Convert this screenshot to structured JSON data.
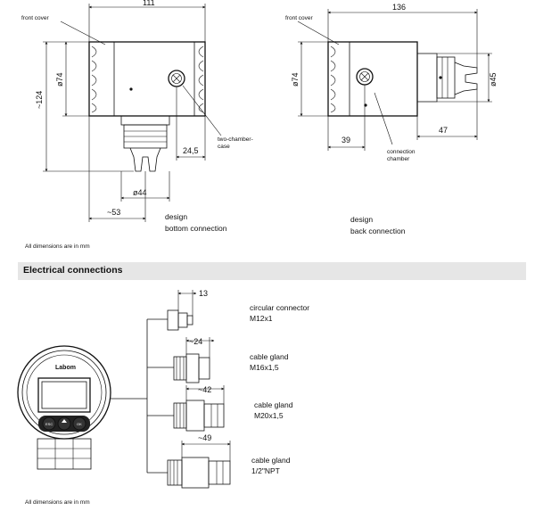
{
  "top_left": {
    "dim_width": "111",
    "dim_height": "~124",
    "dim_diameter": "ø74",
    "dim_offset": "24,5",
    "dim_bottom_diameter": "ø44",
    "dim_bottom_width": "~53",
    "label_front_cover": "front cover",
    "label_case_line1": "two-chamber-",
    "label_case_line2": "case",
    "caption_line1": "design",
    "caption_line2": "bottom connection"
  },
  "top_right": {
    "dim_width": "136",
    "dim_diameter": "ø74",
    "dim_right_diameter": "ø45",
    "dim_right_offset": "47",
    "dim_left_offset": "39",
    "label_front_cover": "front cover",
    "label_chamber_line1": "connection",
    "label_chamber_line2": "chamber",
    "caption_line1": "design",
    "caption_line2": "back connection"
  },
  "note_top": "All dimensions are in mm",
  "section_title": "Electrical connections",
  "device": {
    "brand": "Labom",
    "key_esc": "ESC",
    "key_ok": "OK"
  },
  "connectors": [
    {
      "dim": "13",
      "name_line1": "circular connector",
      "name_line2": "M12x1"
    },
    {
      "dim": "~24",
      "name_line1": "cable gland",
      "name_line2": "M16x1,5"
    },
    {
      "dim": "~42",
      "name_line1": "cable gland",
      "name_line2": "M20x1,5"
    },
    {
      "dim": "~49",
      "name_line1": "cable gland",
      "name_line2": "1/2\"NPT"
    }
  ],
  "note_bottom": "All dimensions are in mm"
}
